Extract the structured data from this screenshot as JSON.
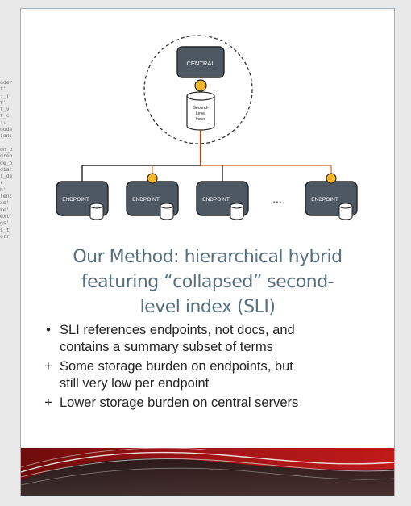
{
  "background_code_lines": [
    "oder",
    "f'",
    ";_(",
    "f'",
    "f_v",
    "f_c",
    "':",
    "node",
    "ion:",
    "",
    "on_p",
    "dren",
    "de_p",
    "diar",
    "l_de",
    "(",
    "h'",
    "len:",
    "xe'",
    "ke'",
    "ext'",
    "gs'",
    "s_t",
    "orr"
  ],
  "diagram": {
    "central_label": "CENTRAL",
    "sli_label_lines": [
      "Second-",
      "Level",
      "Index"
    ],
    "endpoint_label": "ENDPOINT",
    "ellipsis": "...",
    "colors": {
      "node_fill": "#4d5862",
      "node_text": "#ffffff",
      "connector_brown": "#9a4d1f",
      "connector_orange": "#e07a3a",
      "connector_black": "#222222",
      "indicator_yellow": "#f3b52a",
      "heading_color": "#57707f"
    }
  },
  "heading_lines": [
    "Our Method: hierarchical hybrid",
    "featuring “collapsed” second-",
    "level index (SLI)"
  ],
  "bullets": [
    {
      "marker": "•",
      "lines": [
        "SLI references endpoints, not docs, and",
        "contains a summary subset of terms"
      ]
    },
    {
      "marker": "+",
      "lines": [
        "Some storage burden on endpoints, but",
        "still very low per endpoint"
      ]
    },
    {
      "marker": "+",
      "lines": [
        "Lower storage burden on central servers"
      ]
    }
  ]
}
